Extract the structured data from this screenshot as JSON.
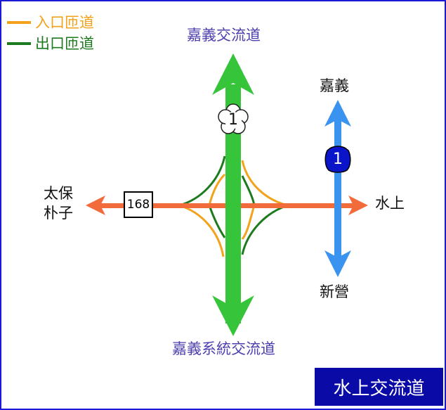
{
  "legend": [
    {
      "label": "入口匝道",
      "color": "#f2a21b"
    },
    {
      "label": "出口匝道",
      "color": "#1e7a1e"
    }
  ],
  "freeway": {
    "north_label": "嘉義交流道",
    "south_label": "嘉義系統交流道",
    "route_number": "1",
    "color": "#36c43a"
  },
  "crossroad": {
    "west_label_line1": "太保",
    "west_label_line2": "朴子",
    "east_label": "水上",
    "route_number": "168",
    "color": "#f26b3a"
  },
  "parallel_road": {
    "north_label": "嘉義",
    "south_label": "新營",
    "route_number": "1",
    "color": "#3b93f0"
  },
  "title": "水上交流道",
  "colors": {
    "border": "#1a1ad6",
    "title_bg": "#0a0aa6",
    "label_text": "#4b3fae",
    "shield_blue": "#0a14c8"
  }
}
